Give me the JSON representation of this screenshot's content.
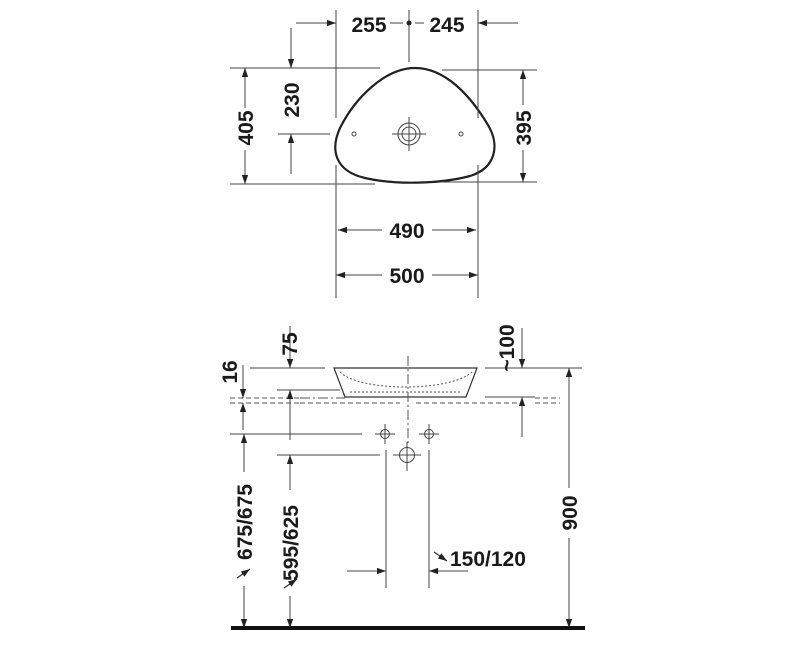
{
  "diagram": {
    "subject": "Vessel washbasin dimension drawing",
    "units": "mm",
    "colors": {
      "line": "#333333",
      "text": "#1a1a1a",
      "background": "#ffffff"
    }
  },
  "top_view": {
    "dims": {
      "left_to_drain": "255",
      "drain_to_right": "245",
      "overall_depth_left": "405",
      "rim_to_drain": "230",
      "overall_depth_right": "395",
      "inner_width": "490",
      "overall_width": "500"
    },
    "features": [
      "drain-hole",
      "overflow-left",
      "overflow-right"
    ]
  },
  "side_view": {
    "dims": {
      "bowl_height": "75",
      "counter_thickness": "16",
      "tap_clearance": "~100",
      "overall_height": "900",
      "supply_height": "675/675",
      "waste_height": "595/625",
      "supply_spacing": "150/120"
    },
    "features": [
      "basin-profile",
      "countertop",
      "supply-left",
      "supply-right",
      "waste-outlet",
      "floor"
    ]
  }
}
